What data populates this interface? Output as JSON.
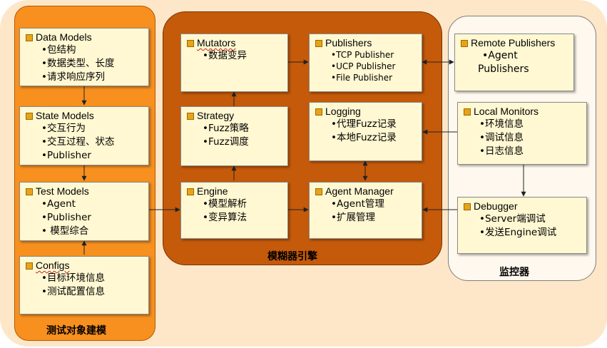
{
  "panels": {
    "modeling": {
      "label": "测试对象建模"
    },
    "engine": {
      "label": "模糊器引擎"
    },
    "monitor": {
      "label": "监控器"
    }
  },
  "boxes": {
    "data_models": {
      "title": "Data Models",
      "items": [
        "•包结构",
        "•数据类型、长度",
        "•请求响应序列"
      ]
    },
    "state_models": {
      "title": "State Models",
      "items": [
        "•交互行为",
        "•交互过程、状态",
        "•Publisher"
      ]
    },
    "test_models": {
      "title": "Test Models",
      "items": [
        "•Agent",
        "•Publisher",
        "• 模型综合"
      ]
    },
    "configs": {
      "title": "Configs",
      "items": [
        "•目标环境信息",
        "•测试配置信息"
      ]
    },
    "mutators": {
      "title": "Mutators",
      "items": [
        "•数据变异"
      ]
    },
    "strategy": {
      "title": "Strategy",
      "items": [
        "•Fuzz策略",
        "•Fuzz调度"
      ]
    },
    "engine": {
      "title": "Engine",
      "items": [
        "•模型解析",
        "•变异算法"
      ]
    },
    "publishers": {
      "title": "Publishers",
      "items": [
        "•TCP Publisher",
        "•UCP Publisher",
        "•File Publisher"
      ]
    },
    "logging": {
      "title": "Logging",
      "items": [
        "•代理Fuzz记录",
        "•本地Fuzz记录"
      ]
    },
    "agent_manager": {
      "title": "Agent Manager",
      "items": [
        "•Agent管理",
        "•扩展管理"
      ]
    },
    "remote_publishers": {
      "title": "Remote Publishers",
      "items": [
        "•Agent",
        "Publishers"
      ]
    },
    "local_monitors": {
      "title": "Local Monitors",
      "items": [
        "•环境信息",
        "•调试信息",
        "•日志信息"
      ]
    },
    "debugger": {
      "title": "Debugger",
      "items": [
        "•Server端调试",
        "•发送Engine调试"
      ]
    }
  },
  "colors": {
    "background": "#fde7c8",
    "modeling_panel": "#f7901e",
    "engine_panel": "#c55a0a",
    "monitor_panel": "#fef8ee",
    "box_fill": "#fff8d2",
    "bullet_square": "#e8a317"
  }
}
